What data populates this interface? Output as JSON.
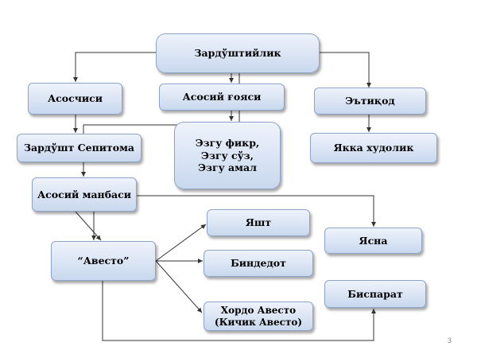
{
  "diagram": {
    "root": "Зардўштийлик",
    "founder_label": "Асосчиси",
    "founder": "Зардўшт Сепитома",
    "main_idea_label": "Асосий ғояси",
    "main_idea_lines": [
      "Эзгу фикр,",
      "Эзгу сўз,",
      "Эзгу амал"
    ],
    "belief_label": "Эътиқод",
    "belief": "Якка худолик",
    "source_label": "Асосий манбаси",
    "avesta": "“Авесто”",
    "parts": [
      "Яшт",
      "Биндедот"
    ],
    "khordo_lines": [
      "Хордо Авесто",
      "(Кичик Авесто)"
    ],
    "right_parts": [
      "Ясна",
      "Биспарат"
    ]
  },
  "page_number": "3"
}
